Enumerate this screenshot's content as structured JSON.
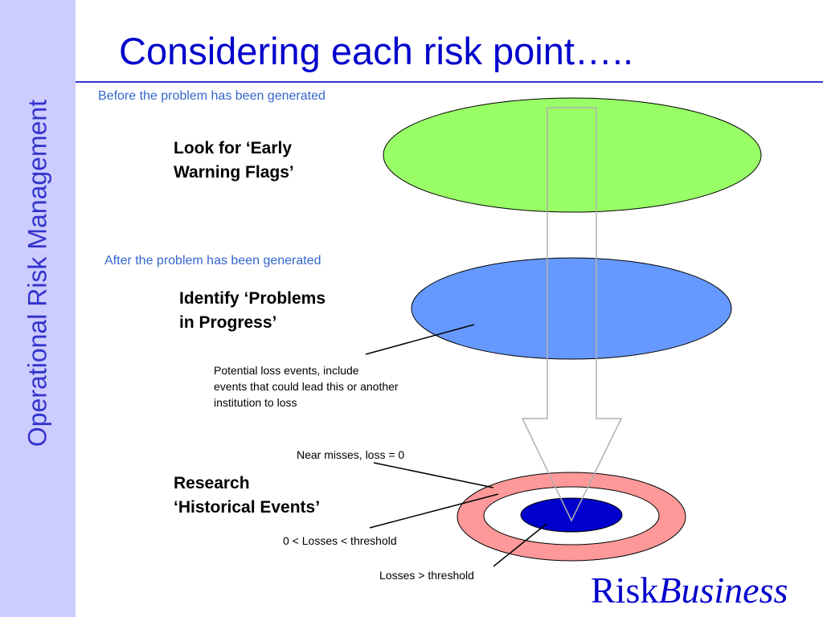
{
  "sidebar": {
    "text": "Operational Risk Management"
  },
  "title": "Considering each risk point…..",
  "stages": {
    "before": {
      "caption": "Before the problem has been generated",
      "label_line1": "Look for ‘Early",
      "label_line2": "Warning Flags’"
    },
    "after": {
      "caption": "After the problem has been generated",
      "label_line1": "Identify ‘Problems",
      "label_line2": "in Progress’",
      "note_line1": "Potential loss events, include",
      "note_line2": "events that could lead this or another",
      "note_line3": "institution to loss"
    },
    "historical": {
      "label_line1": "Research",
      "label_line2": "‘Historical Events’",
      "near_misses": "Near misses, loss = 0",
      "below_threshold": "0 < Losses <  threshold",
      "above_threshold": "Losses >  threshold"
    }
  },
  "logo": {
    "part1": "Risk",
    "part2": "Business"
  },
  "colors": {
    "green_ellipse": "#99ff66",
    "blue_ellipse": "#6699ff",
    "outer_ring": "#ff9999",
    "inner_core": "#0000cc",
    "sidebar_bg": "#ccccff",
    "accent_blue": "#0000cc"
  }
}
